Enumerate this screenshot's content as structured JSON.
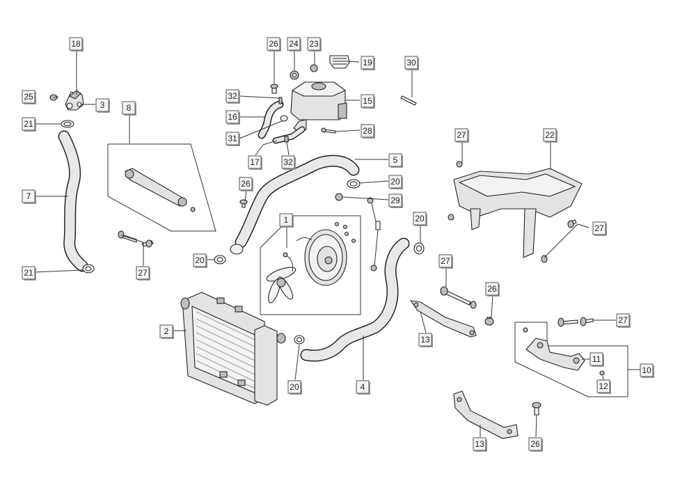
{
  "callouts": {
    "c1": "1",
    "c2": "2",
    "c3": "3",
    "c4": "4",
    "c5": "5",
    "c7": "7",
    "c8": "8",
    "c10": "10",
    "c11": "11",
    "c12": "12",
    "c13a": "13",
    "c13b": "13",
    "c15": "15",
    "c16": "16",
    "c17": "17",
    "c18": "18",
    "c19": "19",
    "c20a": "20",
    "c20b": "20",
    "c20c": "20",
    "c20d": "20",
    "c21a": "21",
    "c21b": "21",
    "c22": "22",
    "c23": "23",
    "c24": "24",
    "c25": "25",
    "c26a": "26",
    "c26b": "26",
    "c26c": "26",
    "c26d": "26",
    "c27a": "27",
    "c27b": "27",
    "c27c": "27",
    "c27d": "27",
    "c27e": "27",
    "c28": "28",
    "c29": "29",
    "c30": "30",
    "c31": "31",
    "c32a": "32",
    "c32b": "32"
  },
  "colors": {
    "line": "#222222",
    "part_fill": "#e3e3e3",
    "label_fill": "#f4f4f4",
    "label_shadow": "#9a9a9a"
  }
}
